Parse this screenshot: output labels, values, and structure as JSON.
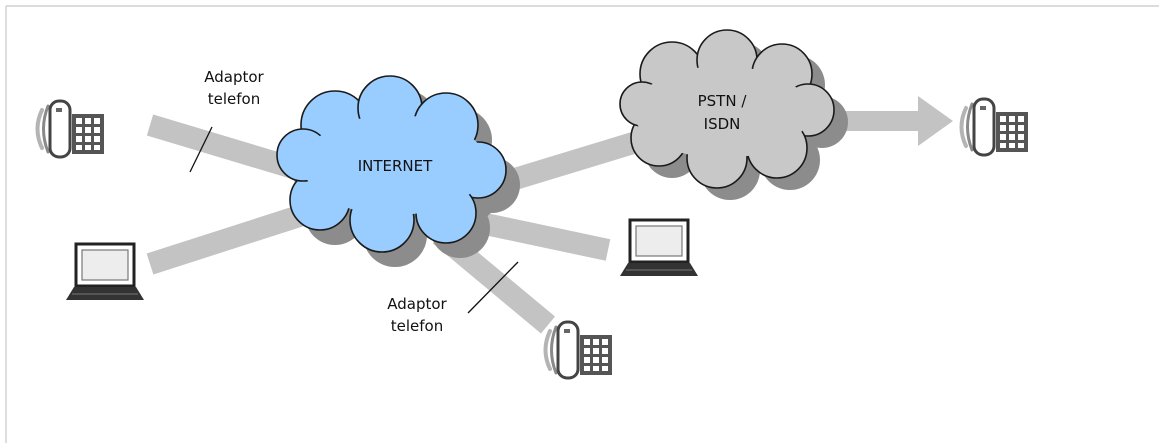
{
  "clouds": {
    "internet": {
      "label": "INTERNET",
      "fill": "#99ccff",
      "shadow": "#8c8c8c"
    },
    "pstn": {
      "label_line1": "PSTN /",
      "label_line2": "ISDN",
      "fill": "#c8c8c8",
      "shadow": "#8c8c8c"
    }
  },
  "adaptors": {
    "top_line1": "Adaptor",
    "top_line2": "telefon",
    "bottom_line1": "Adaptor",
    "bottom_line2": "telefon"
  },
  "devices": [
    {
      "kind": "phone-icon"
    },
    {
      "kind": "laptop-icon"
    },
    {
      "kind": "phone-icon"
    },
    {
      "kind": "laptop-icon"
    },
    {
      "kind": "phone-icon"
    }
  ],
  "colors": {
    "link": "#c3c3c3",
    "arrow": "#c3c3c3",
    "border": "#c8c8c8"
  }
}
